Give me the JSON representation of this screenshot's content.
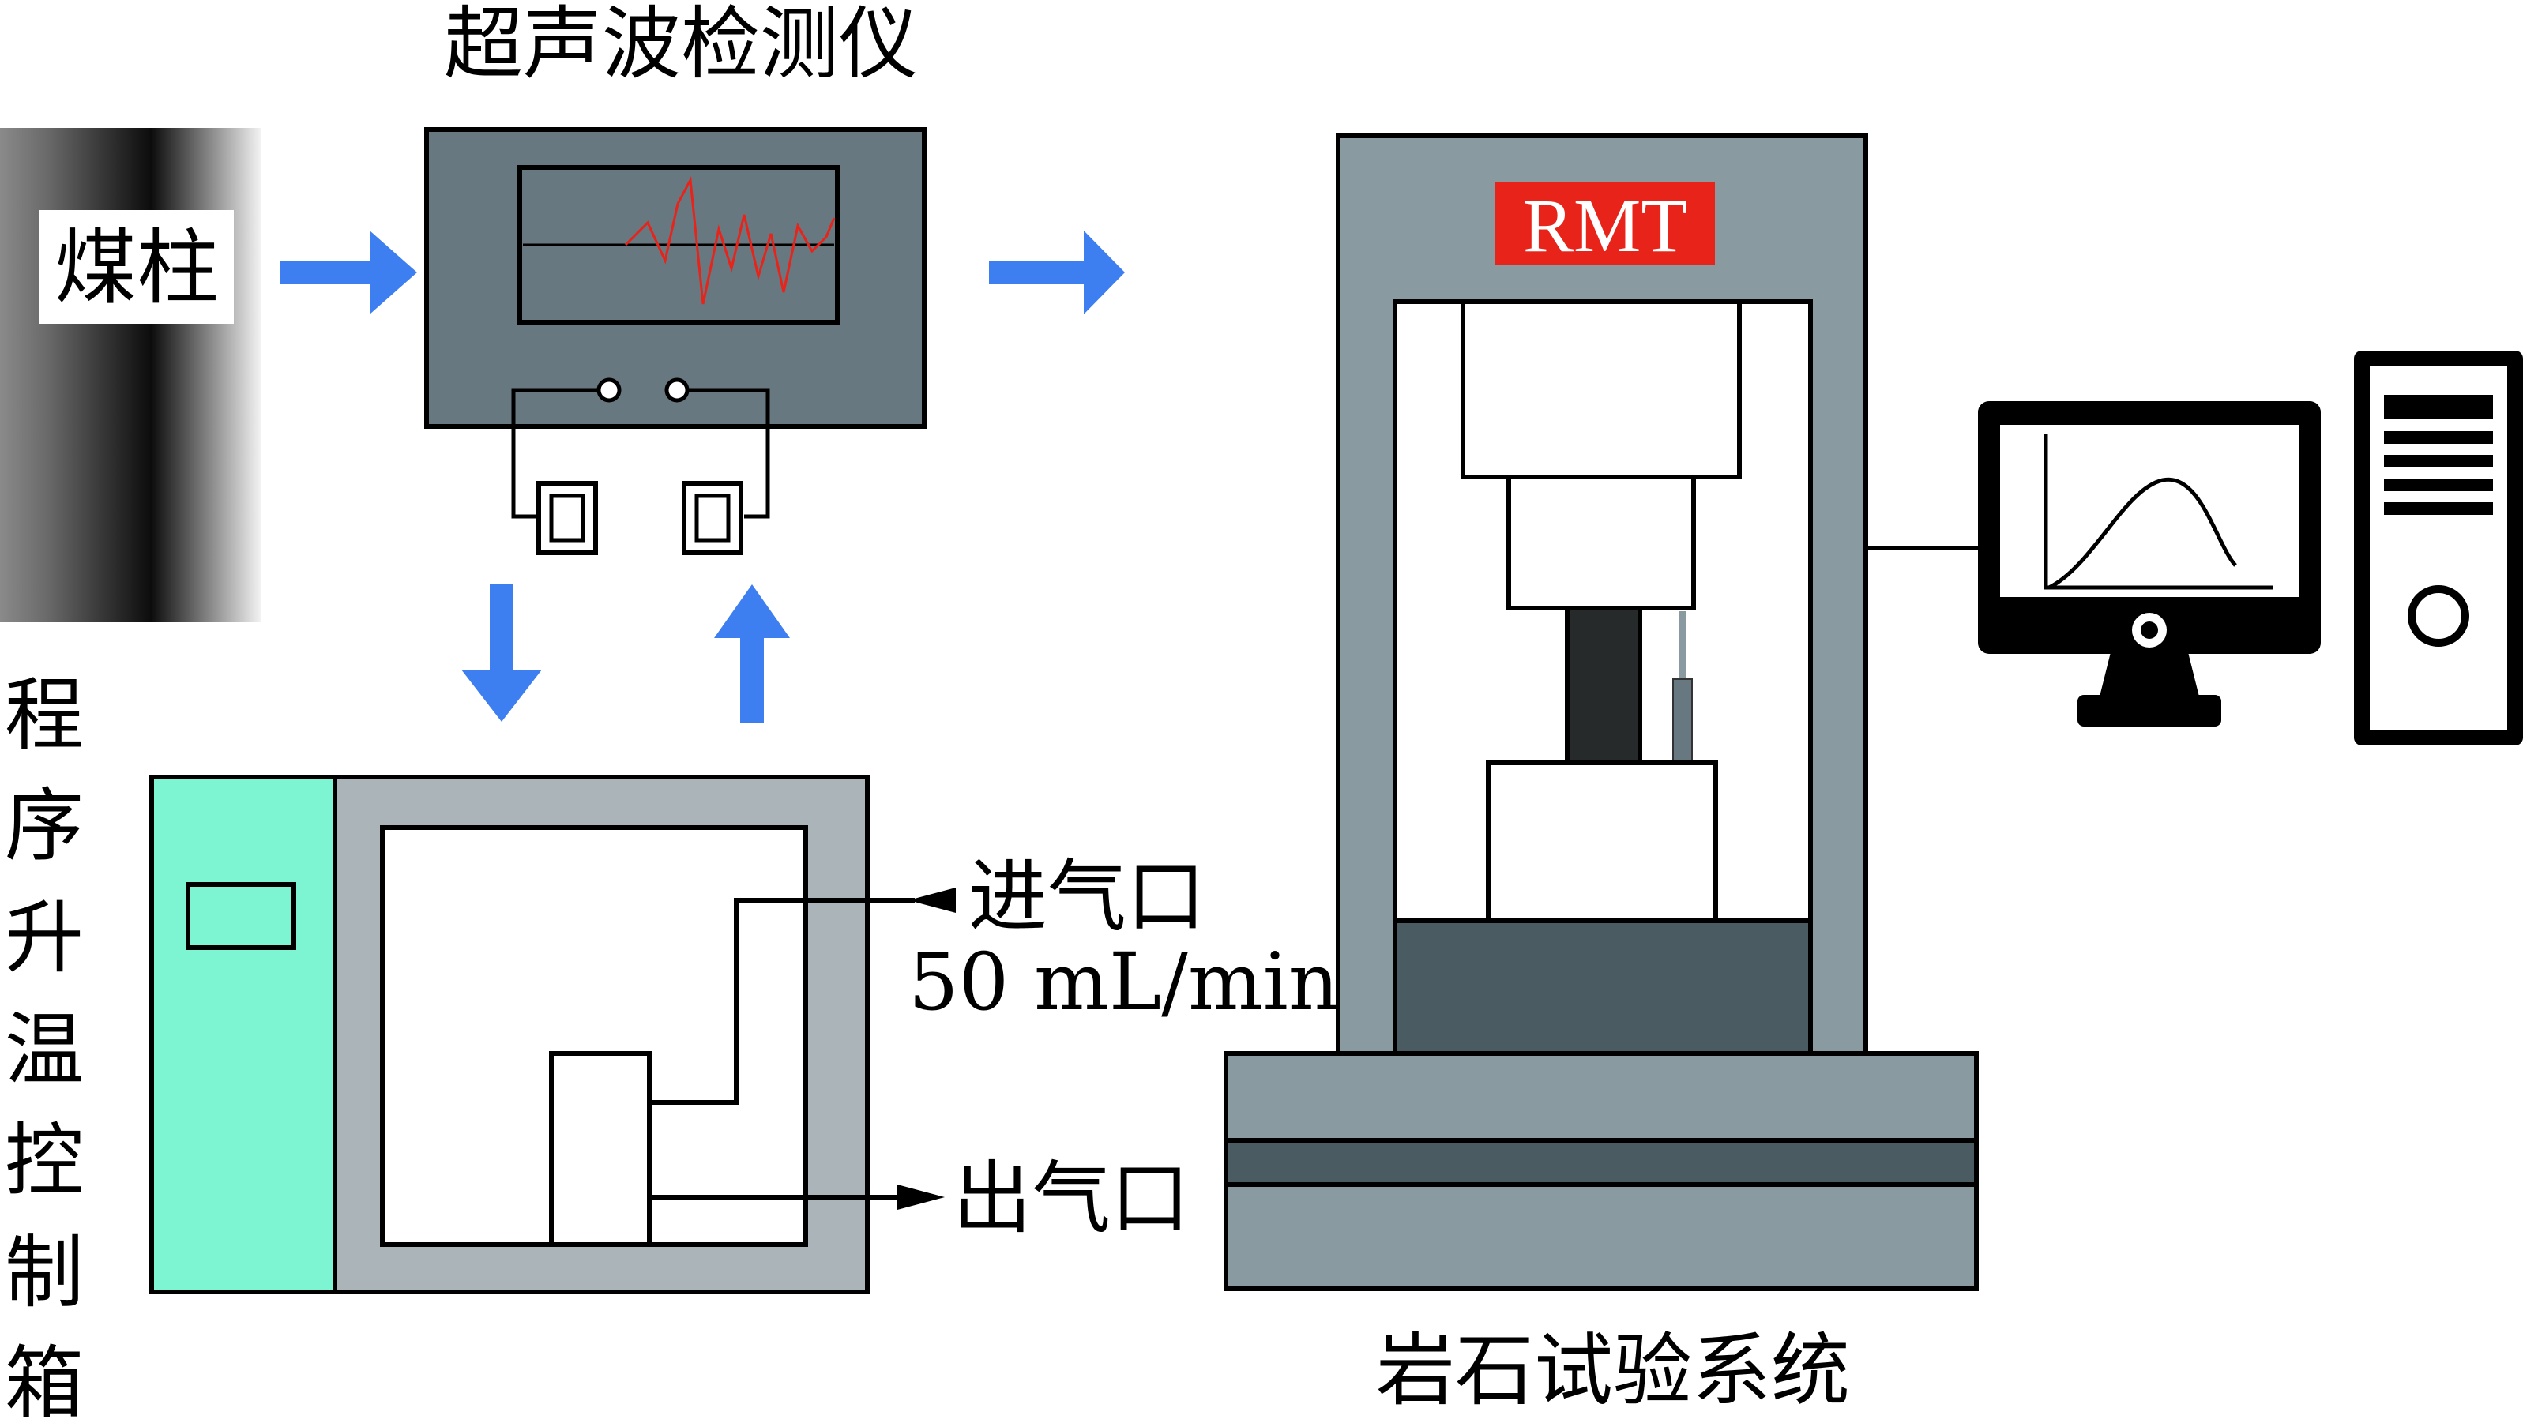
{
  "labels": {
    "ultrasonic_detector": "超声波检测仪",
    "coal_column": "煤柱",
    "temp_box_chars": [
      "程",
      "序",
      "升",
      "温",
      "控",
      "制",
      "箱"
    ],
    "gas_inlet": "进气口",
    "flow_rate": "50 mL/min",
    "gas_outlet": "出气口",
    "rmt": "RMT",
    "rock_test_system": "岩石试验系统"
  },
  "colors": {
    "arrow_blue": "#3d7ef0",
    "detector_body": "#687880",
    "frame_gray": "#8a9aa1",
    "base_dark": "#4b5b62",
    "rmt_red": "#e8231a",
    "control_panel": "#7df5d3",
    "chamber_gray": "#abb4b8",
    "specimen_dark": "#262a2b",
    "wave_red": "#e8231a"
  },
  "icons": [
    "arrow-right-icon",
    "arrow-down-icon",
    "arrow-up-icon",
    "monitor-icon",
    "computer-tower-icon",
    "curve-chart-icon"
  ]
}
